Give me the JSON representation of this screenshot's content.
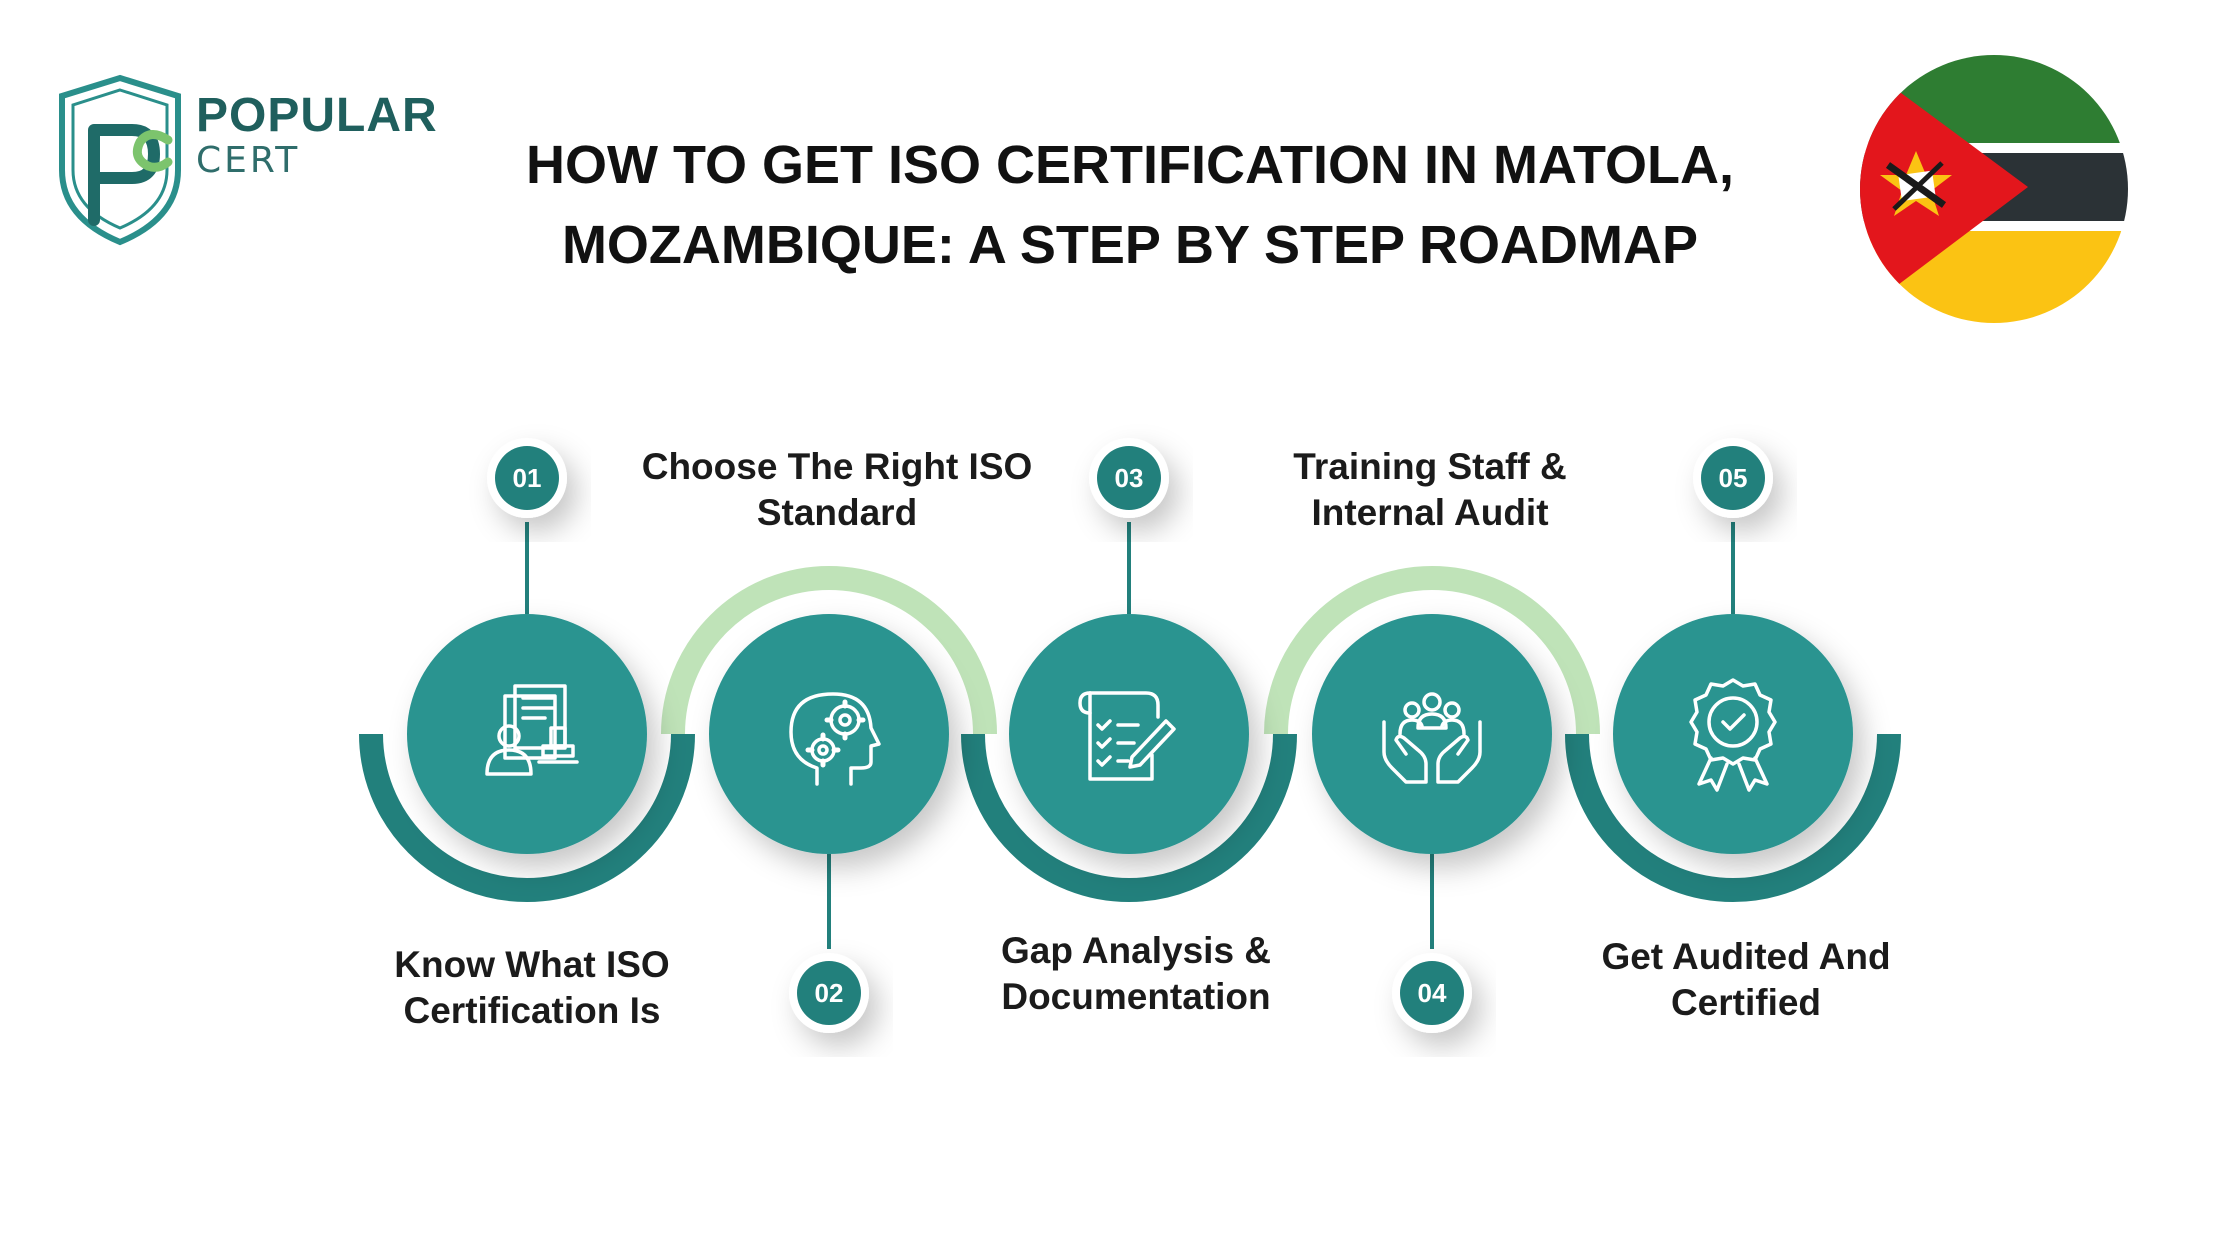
{
  "logo": {
    "brand_top": "POPULAR",
    "brand_bottom": "CERT",
    "monogram": "PC"
  },
  "title": {
    "line1": "HOW TO GET ISO CERTIFICATION IN MATOLA,",
    "line2": "MOZAMBIQUE: A STEP BY STEP ROADMAP"
  },
  "flag": {
    "icon": "mozambique-flag-icon",
    "colors": {
      "green": "#2e7d32",
      "black": "#2b3236",
      "yellow": "#fbc313",
      "red": "#e3161c",
      "white": "#ffffff"
    }
  },
  "colors": {
    "teal": "#2b9490",
    "teal_dark": "#22807c",
    "light_green": "#bfe3b8",
    "label": "#1b1b1b"
  },
  "steps": [
    {
      "number": "01",
      "label_line1": "Know What ISO",
      "label_line2": "Certification Is",
      "icon": "documents-person-stamp-icon"
    },
    {
      "number": "02",
      "label_line1": "Choose The Right ISO",
      "label_line2": "Standard",
      "icon": "head-gears-icon"
    },
    {
      "number": "03",
      "label_line1": "Gap Analysis &",
      "label_line2": "Documentation",
      "icon": "checklist-pen-icon"
    },
    {
      "number": "04",
      "label_line1": "Training Staff &",
      "label_line2": "Internal Audit",
      "icon": "team-hands-icon"
    },
    {
      "number": "05",
      "label_line1": "Get Audited And",
      "label_line2": "Certified",
      "icon": "award-badge-icon"
    }
  ]
}
